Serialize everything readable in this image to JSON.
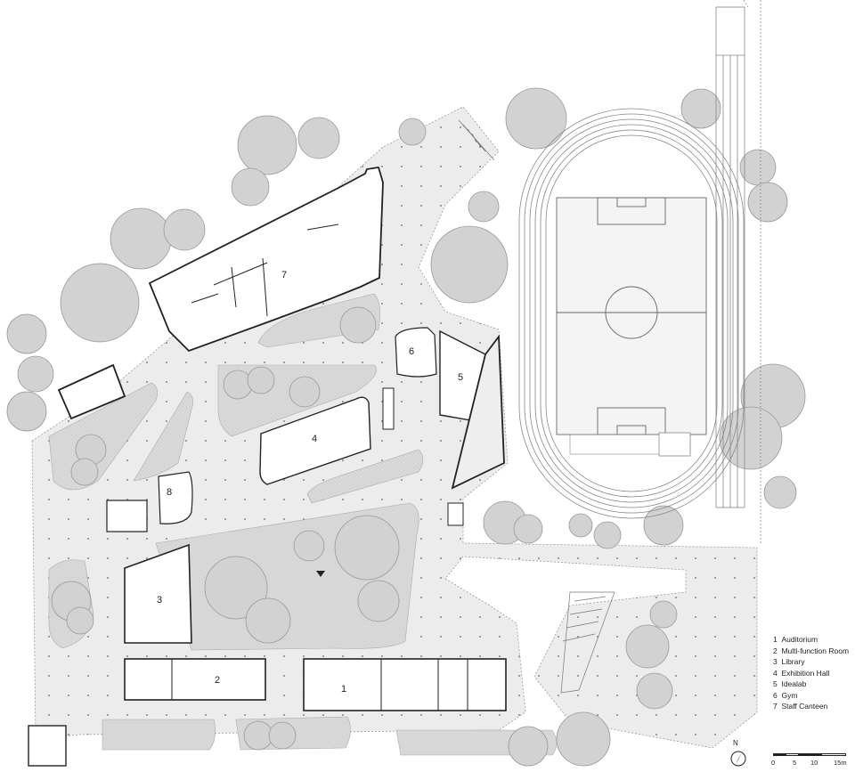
{
  "diagram": {
    "type": "site-plan",
    "building_numbers": [
      "1",
      "2",
      "3",
      "4",
      "5",
      "6",
      "7",
      "8"
    ]
  },
  "legend": {
    "items": [
      {
        "number": "1",
        "label": "Auditorium"
      },
      {
        "number": "2",
        "label": "Multi-function Room"
      },
      {
        "number": "3",
        "label": "Library"
      },
      {
        "number": "4",
        "label": "Exhibition Hall"
      },
      {
        "number": "5",
        "label": "Idealab"
      },
      {
        "number": "6",
        "label": "Gym"
      },
      {
        "number": "7",
        "label": "Staff Canteen"
      }
    ]
  },
  "north_arrow": {
    "label": "N"
  },
  "scale_bar": {
    "ticks": [
      "0",
      "5",
      "10",
      "15m"
    ]
  },
  "colors": {
    "paving": "#ececec",
    "green": "#d6d6d6",
    "tree": "#c8c8c8",
    "line": "#333333",
    "background": "#ffffff"
  }
}
